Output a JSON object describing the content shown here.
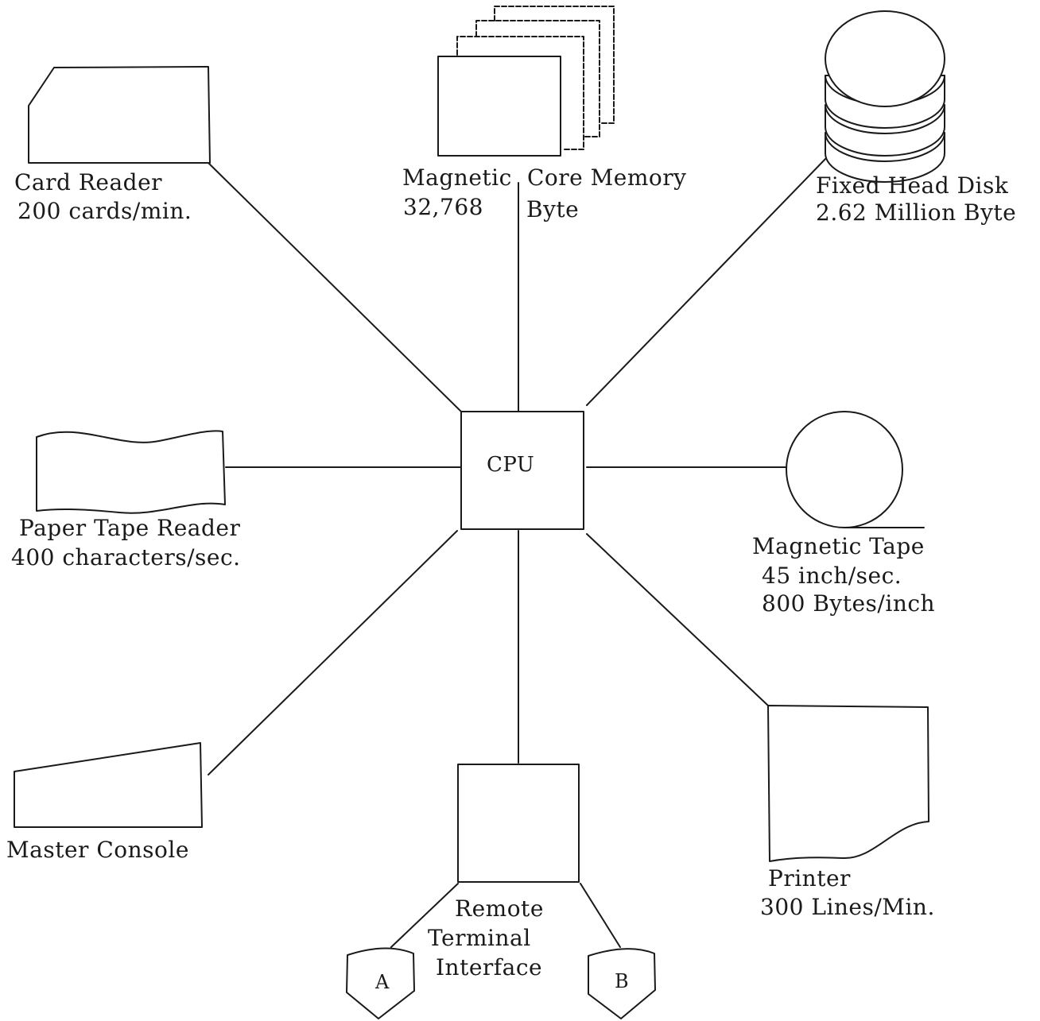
{
  "cpu": {
    "label": "CPU"
  },
  "card_reader": {
    "name": "Card Reader",
    "spec": "200 cards/min."
  },
  "core_memory": {
    "name_part1": "Magnetic",
    "name_part2": "Core Memory",
    "size": "32,768",
    "unit": "Byte"
  },
  "fixed_head_disk": {
    "name": "Fixed Head Disk",
    "spec": "2.62 Million Byte"
  },
  "paper_tape_reader": {
    "name": "Paper Tape Reader",
    "spec": "400 characters/sec."
  },
  "magnetic_tape": {
    "name": "Magnetic Tape",
    "spec1": "45 inch/sec.",
    "spec2": "800 Bytes/inch"
  },
  "master_console": {
    "name": "Master Console"
  },
  "remote_terminal_interface": {
    "line1": "Remote",
    "line2": "Terminal",
    "line3": "Interface",
    "terminal_a": "A",
    "terminal_b": "B"
  },
  "printer": {
    "name": "Printer",
    "spec": "300 Lines/Min."
  }
}
